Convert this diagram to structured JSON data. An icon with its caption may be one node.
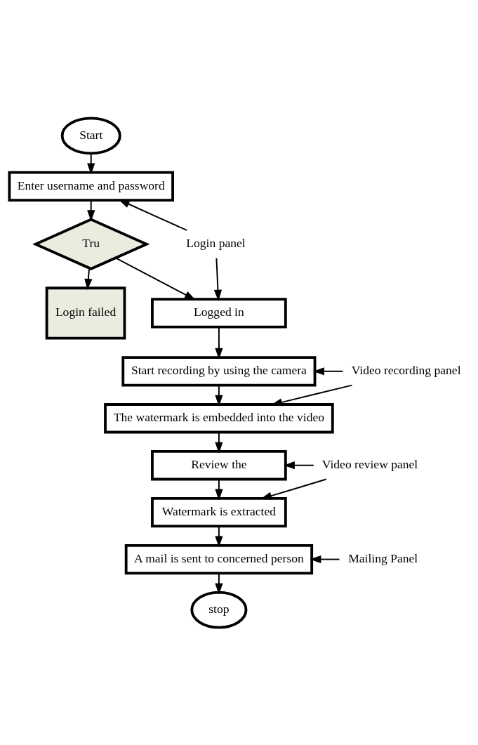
{
  "diagram": {
    "nodes": [
      {
        "text": [
          "Start"
        ]
      },
      {
        "text": [
          "Enter username and password"
        ]
      },
      {
        "text": [
          "Login panel"
        ]
      },
      {
        "text": [
          "Tru"
        ]
      },
      {
        "text": [
          "Login failed"
        ]
      },
      {
        "text": [
          "Logged in"
        ]
      },
      {
        "text": [
          "Video recording panel"
        ]
      },
      {
        "text": [
          "Start recording by using the camera"
        ]
      },
      {
        "text": [
          "The watermark is embedded into the video"
        ]
      },
      {
        "text": [
          "Video review panel"
        ]
      },
      {
        "text": [
          "Review the"
        ]
      },
      {
        "text": [
          "Watermark is extracted"
        ]
      },
      {
        "text": [
          "Mailing Panel"
        ]
      },
      {
        "text": [
          "A mail is sent to concerned person"
        ]
      },
      {
        "text": [
          "stop"
        ]
      }
    ],
    "edges": [
      {
        "from": 0,
        "to": 1,
        "arrow": "to"
      },
      {
        "from": 2,
        "to": 1,
        "arrow": "to"
      },
      {
        "from": 2,
        "to": 5,
        "arrow": "to"
      },
      {
        "from": 1,
        "to": 3,
        "arrow": "to"
      },
      {
        "from": 3,
        "to": 4,
        "arrow": "to"
      },
      {
        "from": 3,
        "to": 5,
        "arrow": "to"
      },
      {
        "from": 5,
        "to": 7,
        "arrow": "to"
      },
      {
        "from": 6,
        "to": 7,
        "arrow": "to"
      },
      {
        "from": 6,
        "to": 8,
        "arrow": "to"
      },
      {
        "from": 7,
        "to": 8,
        "arrow": "to"
      },
      {
        "from": 8,
        "to": 10,
        "arrow": "to"
      },
      {
        "from": 9,
        "to": 10,
        "arrow": "to"
      },
      {
        "from": 9,
        "to": 11,
        "arrow": "to"
      },
      {
        "from": 10,
        "to": 11,
        "arrow": "to"
      },
      {
        "from": 11,
        "to": 13,
        "arrow": "to"
      },
      {
        "from": 12,
        "to": 13,
        "arrow": "to"
      },
      {
        "from": 13,
        "to": 14,
        "arrow": "to"
      }
    ]
  }
}
